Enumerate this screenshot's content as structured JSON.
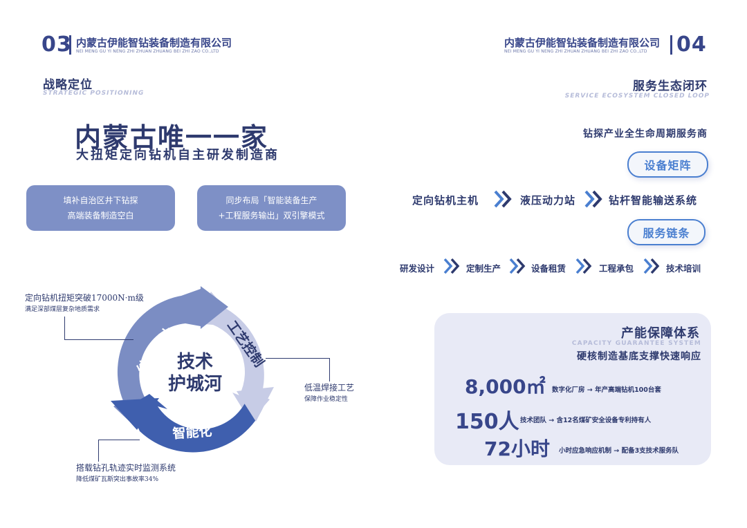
{
  "left_page": {
    "page_number": "03",
    "company_cn": "内蒙古伊能智钻装备制造有限公司",
    "company_en": "NEI MENG GU YI NENG ZHI ZHUAN ZHUANG BEI ZHI ZAO CO.,LTD",
    "section_title": "战略定位",
    "section_title_en": "STRATEGIC POSITIONING",
    "hero_line1": "内蒙古唯一一家",
    "hero_line2": "大扭矩定向钻机自主研发制造商",
    "card1": {
      "line1": "填补自治区井下钻探",
      "line2": "高端装备制造空白"
    },
    "card2": {
      "line1": "同步布局「智能装备生产",
      "line2": "+工程服务输出」双引擎模式"
    },
    "cycle": {
      "center_line1": "技术",
      "center_line2": "护城河",
      "seg_structure": "结构设计",
      "seg_process": "工艺控制",
      "seg_smart": "智能化"
    },
    "annotations": {
      "a1_title": "定向钻机扭矩突破17000N·m级",
      "a1_sub": "满足深部煤层复杂地质需求",
      "a2_title": "低温焊接工艺",
      "a2_sub": "保障作业稳定性",
      "a3_title": "搭载钻孔轨迹实时监测系统",
      "a3_sub": "降低煤矿瓦斯突出事故率34%"
    },
    "colors": {
      "seg_structure": "#7b8dc3",
      "seg_process": "#c7cce6",
      "seg_smart": "#3f5fae"
    }
  },
  "right_page": {
    "page_number": "04",
    "company_cn": "内蒙古伊能智钻装备制造有限公司",
    "company_en": "NEI MENG GU YI NENG ZHI ZHUAN ZHUANG BEI ZHI ZAO CO.,LTD",
    "section_title": "服务生态闭环",
    "section_title_en": "SERVICE ECOSYSTEM CLOSED LOOP",
    "subtitle": "钻探产业全生命周期服务商",
    "pill1": "设备矩阵",
    "equipment_flow": [
      "定向钻机主机",
      "液压动力站",
      "钻杆智能输送系统"
    ],
    "pill2": "服务链条",
    "service_flow": [
      "研发设计",
      "定制生产",
      "设备租赁",
      "工程承包",
      "技术培训"
    ],
    "capacity": {
      "title": "产能保障体系",
      "title_en": "CAPACITY GUARANTEE SYSTEM",
      "subtitle": "硬核制造基底支撑快速响应",
      "stats": [
        {
          "value": "8,000㎡",
          "desc": "数字化厂房 → 年产高端钻机100台套"
        },
        {
          "value": "150人",
          "desc": "技术团队 → 含12名煤矿安全设备专利持有人"
        },
        {
          "value": "72小时",
          "desc": "小时应急响应机制 → 配备3支技术服务队"
        }
      ]
    },
    "colors": {
      "accent": "#4a7fd0",
      "chevron": "#4a7fd0"
    }
  }
}
